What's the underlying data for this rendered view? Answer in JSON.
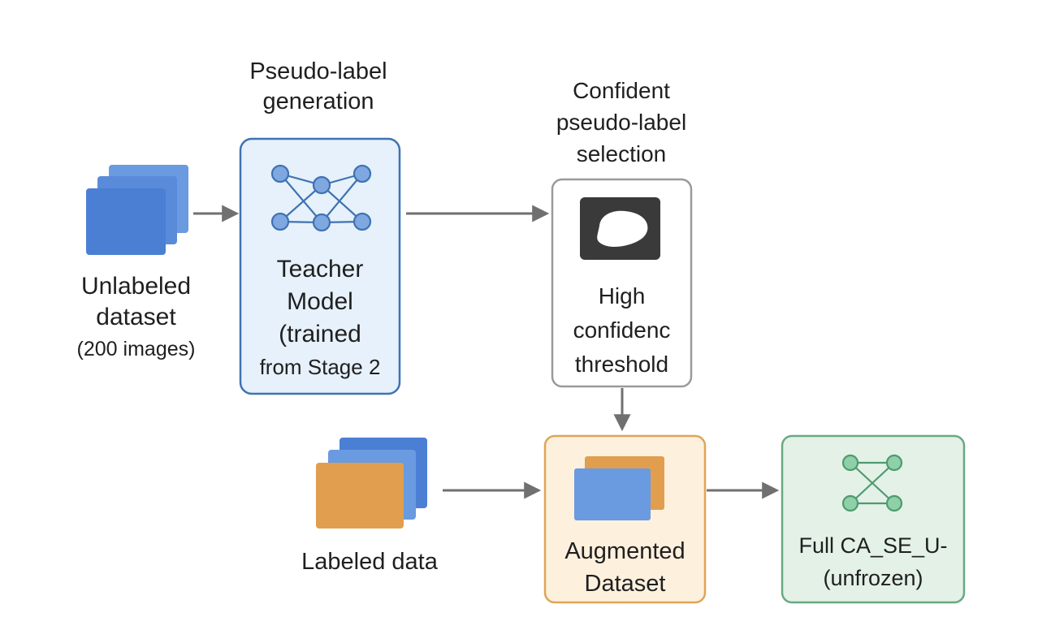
{
  "unlabeled": {
    "line1": "Unlabeled",
    "line2": "dataset",
    "line3": "(200 images)"
  },
  "teacher": {
    "header1": "Pseudo-label",
    "header2": "generation",
    "line1": "Teacher",
    "line2": "Model",
    "line3": "(trained",
    "line4": "from Stage 2"
  },
  "selection": {
    "header1": "Confident",
    "header2": "pseudo-label",
    "header3": "selection",
    "line1": "High",
    "line2": "confidenc",
    "line3": "threshold"
  },
  "labeled": {
    "label": "Labeled data"
  },
  "augmented": {
    "line1": "Augmented",
    "line2": "Dataset"
  },
  "final_model": {
    "line1": "Full CA_SE_U-",
    "line2": "(unfrozen)"
  },
  "colors": {
    "blue_card": "#4a7fd4",
    "blue_card_light": "#6a9ae0",
    "orange_card": "#e19e4f",
    "teacher_fill": "#e6f1fb",
    "teacher_border": "#3f72b3",
    "selection_border": "#9a9a9a",
    "augmented_fill": "#fdf1de",
    "augmented_border": "#e0a458",
    "final_fill": "#e3f1e7",
    "final_border": "#6aa882",
    "arrow": "#707070"
  }
}
